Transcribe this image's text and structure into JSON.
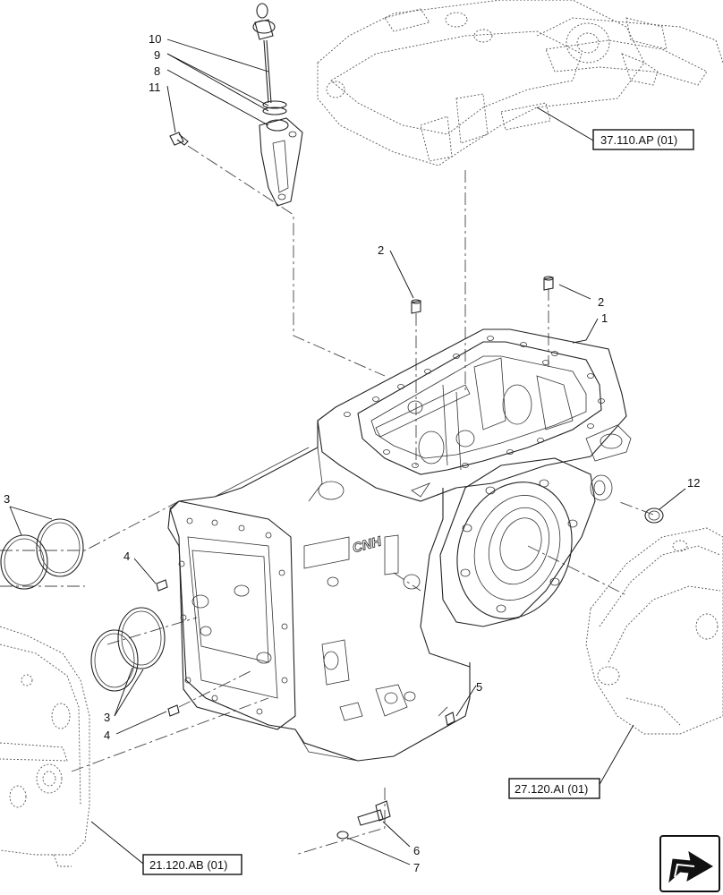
{
  "callouts": {
    "c1": "1",
    "c2a": "2",
    "c2b": "2",
    "c3a": "3",
    "c3b": "3",
    "c4a": "4",
    "c4b": "4",
    "c5": "5",
    "c6": "6",
    "c7": "7",
    "c8": "8",
    "c9": "9",
    "c10": "10",
    "c11": "11",
    "c12": "12"
  },
  "references": {
    "ref_top": "37.110.AP (01)",
    "ref_right": "27.120.AI (01)",
    "ref_bottom": "21.120.AB (01)"
  },
  "housing_text": "CNH",
  "nav": {
    "icon": "next-page-arrow-icon"
  }
}
